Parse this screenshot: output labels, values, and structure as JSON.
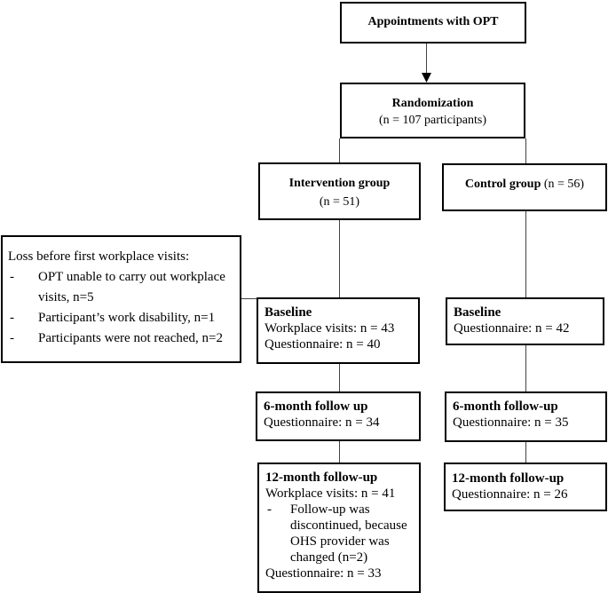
{
  "appointments": {
    "title": "Appointments with OPT"
  },
  "randomization": {
    "title": "Randomization",
    "detail": "(n = 107 participants)"
  },
  "intervention": {
    "title": "Intervention group",
    "detail": "(n = 51)"
  },
  "control": {
    "title": "Control group",
    "detail": " (n = 56)"
  },
  "loss": {
    "title": "Loss before first workplace visits:",
    "items": [
      "OPT unable to carry out workplace visits, n=5",
      "Participant’s work disability, n=1",
      "Participants were not reached, n=2"
    ]
  },
  "int_baseline": {
    "title": "Baseline",
    "lines": [
      "Workplace visits: n = 43",
      "Questionnaire: n = 40"
    ]
  },
  "ctrl_baseline": {
    "title": "Baseline",
    "lines": [
      "Questionnaire: n = 42"
    ]
  },
  "int_6m": {
    "title": "6-month follow up",
    "lines": [
      "Questionnaire: n = 34"
    ]
  },
  "ctrl_6m": {
    "title": "6-month follow-up",
    "lines": [
      "Questionnaire: n = 35"
    ]
  },
  "int_12m": {
    "title": "12-month follow-up",
    "line1": "Workplace visits: n = 41",
    "note": "Follow-up was discontinued, because OHS provider was changed (n=2)",
    "line2": "Questionnaire: n = 33"
  },
  "ctrl_12m": {
    "title": "12-month follow-up",
    "lines": [
      "Questionnaire: n = 26"
    ]
  }
}
